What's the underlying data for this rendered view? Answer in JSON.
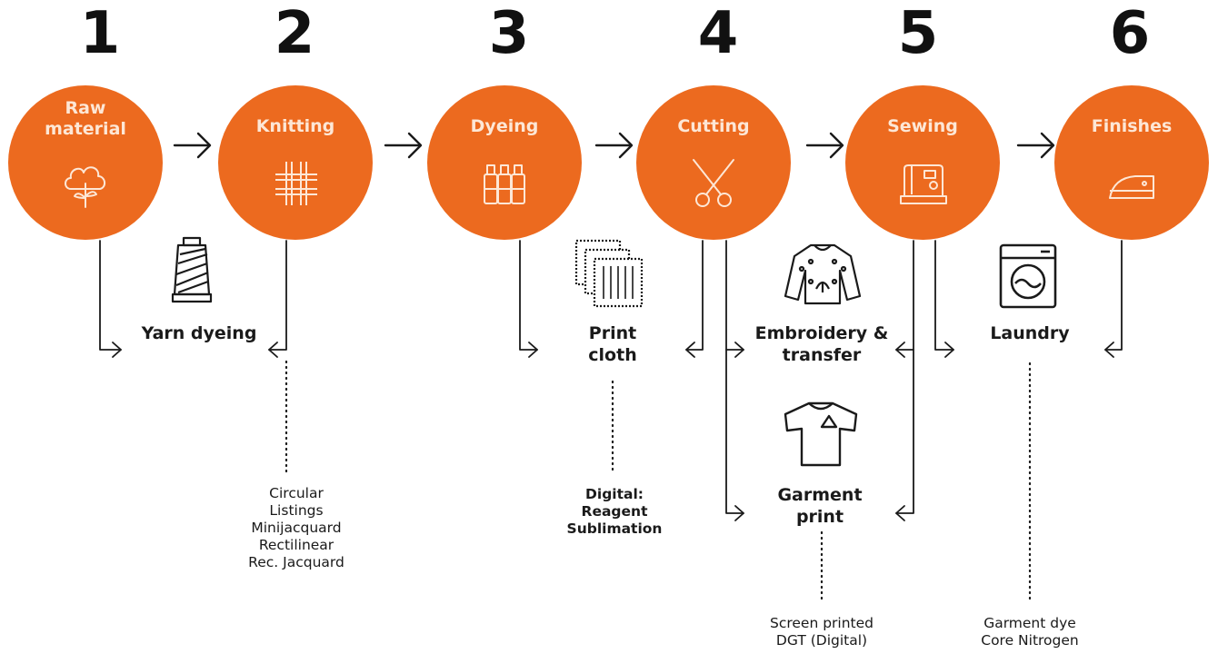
{
  "steps": [
    {
      "number": "1",
      "label": "Raw material",
      "icon": "cotton-icon"
    },
    {
      "number": "2",
      "label": "Knitting",
      "icon": "weave-icon"
    },
    {
      "number": "3",
      "label": "Dyeing",
      "icon": "paint-tubes-icon"
    },
    {
      "number": "4",
      "label": "Cutting",
      "icon": "scissors-icon"
    },
    {
      "number": "5",
      "label": "Sewing",
      "icon": "sewing-machine-icon"
    },
    {
      "number": "6",
      "label": "Finishes",
      "icon": "iron-icon"
    }
  ],
  "branches": {
    "yarn_dyeing": "Yarn dyeing",
    "print_cloth": "Print cloth",
    "embroidery": "Embroidery & transfer",
    "garment_print": "Garment print",
    "laundry": "Laundry"
  },
  "notes": {
    "knitting_types": [
      "Circular",
      "Listings",
      "Minijacquard",
      "Rectilinear",
      "Rec. Jacquard"
    ],
    "print_cloth_methods": [
      "Digital:",
      "Reagent",
      "Sublimation"
    ],
    "garment_print_methods": [
      "Screen printed",
      "DGT (Digital)"
    ],
    "laundry_methods": [
      "Garment dye",
      "Core Nitrogen"
    ]
  },
  "colors": {
    "accent": "#ec6a1f",
    "circle_text": "#fde7d6",
    "ink": "#1a1a1a"
  }
}
